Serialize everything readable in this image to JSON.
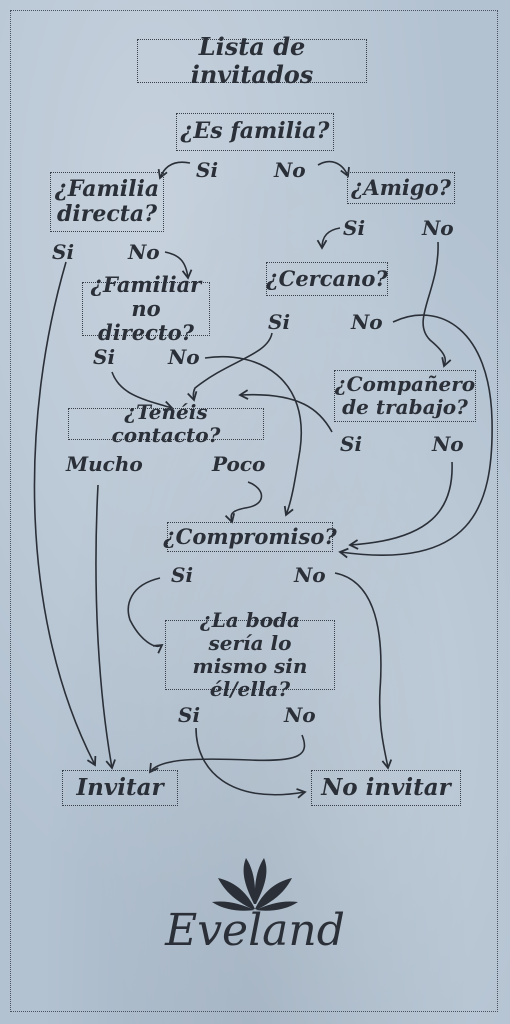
{
  "title": "Lista de invitados",
  "nodes": {
    "es_familia": "¿Es familia?",
    "familia_directa": "¿Familia directa?",
    "amigo": "¿Amigo?",
    "familiar_no_directo": "¿Familiar no directo?",
    "cercano": "¿Cercano?",
    "companero": "¿Compañero de trabajo?",
    "contacto": "¿Tenéis contacto?",
    "compromiso": "¿Compromiso?",
    "boda": "¿La boda sería lo mismo sin él/ella?",
    "invitar": "Invitar",
    "no_invitar": "No invitar"
  },
  "labels": {
    "familia_si": "Si",
    "familia_no": "No",
    "directa_si": "Si",
    "directa_no": "No",
    "amigo_si": "Si",
    "amigo_no": "No",
    "nodirecto_si": "Si",
    "nodirecto_no": "No",
    "cercano_si": "Si",
    "cercano_no": "No",
    "companero_si": "Si",
    "companero_no": "No",
    "contacto_mucho": "Mucho",
    "contacto_poco": "Poco",
    "compromiso_si": "Si",
    "compromiso_no": "No",
    "boda_si": "Si",
    "boda_no": "No"
  },
  "brand": "Eveland"
}
